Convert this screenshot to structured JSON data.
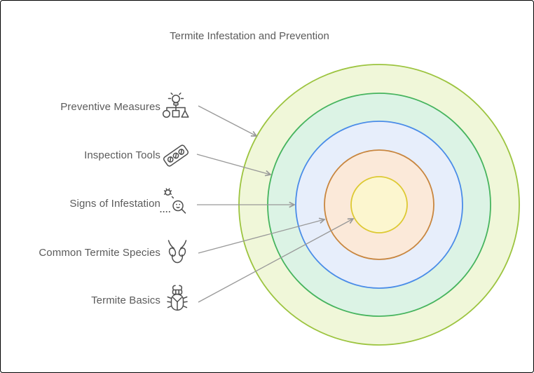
{
  "title": "Termite Infestation and Prevention",
  "colors": {
    "text": "#5b5b5b",
    "arrow": "#999999",
    "icon": "#4e4e4e",
    "background": "#ffffff"
  },
  "diagram": {
    "type": "onion-concentric-rings",
    "rings": [
      {
        "label": "Preventive Measures",
        "icon": "lightbulb-strategy-icon",
        "radius": 200,
        "stroke": "#9cc43f",
        "fill": "#f0f7d9"
      },
      {
        "label": "Inspection Tools",
        "icon": "inspection-level-icon",
        "radius": 159,
        "stroke": "#46b45e",
        "fill": "#dcf3e5"
      },
      {
        "label": "Signs of Infestation",
        "icon": "bug-magnifier-icon",
        "radius": 119,
        "stroke": "#4a8ce8",
        "fill": "#e7eefb"
      },
      {
        "label": "Common Termite Species",
        "icon": "termite-head-icon",
        "radius": 78,
        "stroke": "#c8863f",
        "fill": "#fbe9d9"
      },
      {
        "label": "Termite Basics",
        "icon": "beetle-icon",
        "radius": 40,
        "stroke": "#ddc932",
        "fill": "#fcf6cf"
      }
    ]
  }
}
